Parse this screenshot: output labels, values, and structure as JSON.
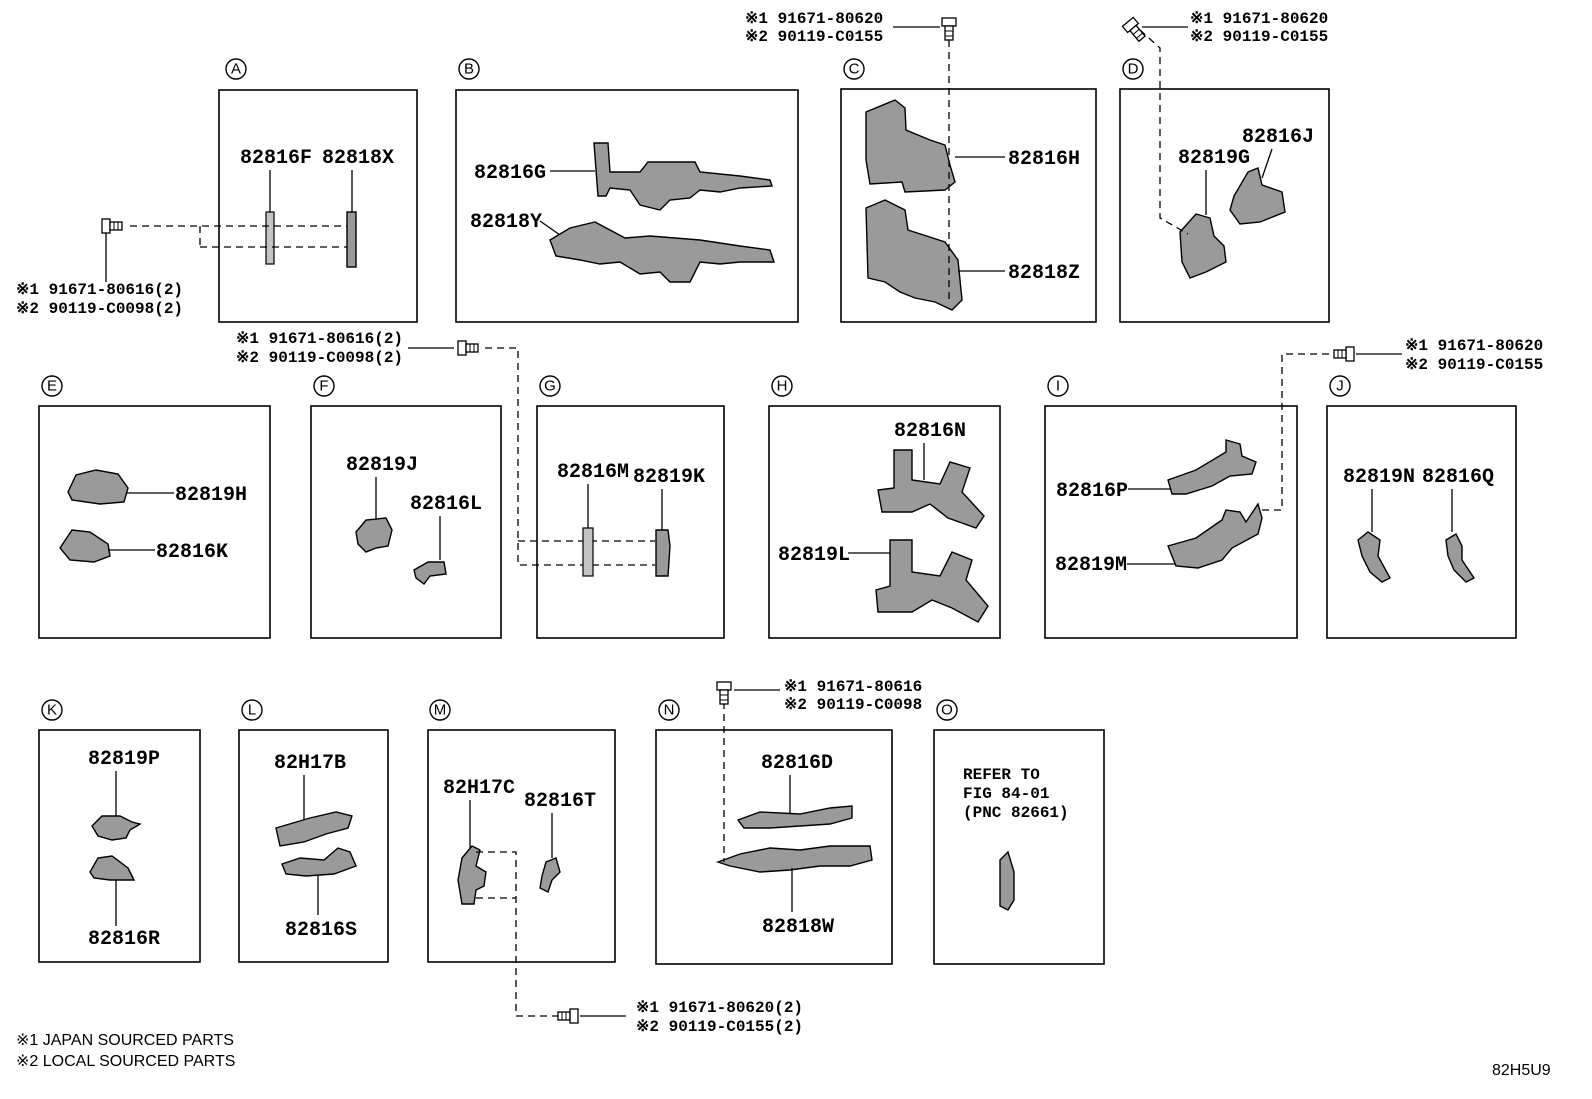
{
  "panels": {
    "A": {
      "letter": "A",
      "parts": [
        "82816F",
        "82818X"
      ]
    },
    "B": {
      "letter": "B",
      "parts": [
        "82816G",
        "82818Y"
      ]
    },
    "C": {
      "letter": "C",
      "parts": [
        "82816H",
        "82818Z"
      ]
    },
    "D": {
      "letter": "D",
      "parts": [
        "82819G",
        "82816J"
      ]
    },
    "E": {
      "letter": "E",
      "parts": [
        "82819H",
        "82816K"
      ]
    },
    "F": {
      "letter": "F",
      "parts": [
        "82819J",
        "82816L"
      ]
    },
    "G": {
      "letter": "G",
      "parts": [
        "82816M",
        "82819K"
      ]
    },
    "H": {
      "letter": "H",
      "parts": [
        "82816N",
        "82819L"
      ]
    },
    "I": {
      "letter": "I",
      "parts": [
        "82816P",
        "82819M"
      ]
    },
    "J": {
      "letter": "J",
      "parts": [
        "82819N",
        "82816Q"
      ]
    },
    "K": {
      "letter": "K",
      "parts": [
        "82819P",
        "82816R"
      ]
    },
    "L": {
      "letter": "L",
      "parts": [
        "82H17B",
        "82816S"
      ]
    },
    "M": {
      "letter": "M",
      "parts": [
        "82H17C",
        "82816T"
      ]
    },
    "N": {
      "letter": "N",
      "parts": [
        "82816D",
        "82818W"
      ]
    },
    "O": {
      "letter": "O",
      "refer": [
        "REFER TO",
        "FIG 84-01",
        "(PNC 82661)"
      ]
    }
  },
  "fasteners": {
    "a": [
      "※1 91671-80616(2)",
      "※2 90119-C0098(2)"
    ],
    "fg": [
      "※1 91671-80616(2)",
      "※2 90119-C0098(2)"
    ],
    "c": [
      "※1 91671-80620",
      "※2 90119-C0155"
    ],
    "d": [
      "※1 91671-80620",
      "※2 90119-C0155"
    ],
    "ij": [
      "※1 91671-80620",
      "※2 90119-C0155"
    ],
    "n": [
      "※1 91671-80616",
      "※2 90119-C0098"
    ],
    "m": [
      "※1 91671-80620(2)",
      "※2 90119-C0155(2)"
    ]
  },
  "legend": [
    "※1 JAPAN SOURCED PARTS",
    "※2 LOCAL SOURCED PARTS"
  ],
  "diagram_code": "82H5U9"
}
